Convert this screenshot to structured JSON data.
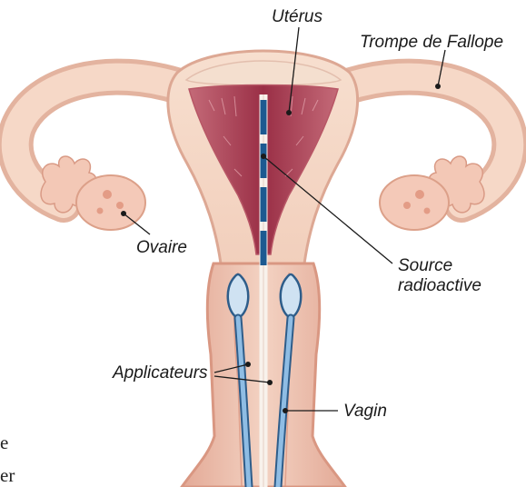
{
  "labels": {
    "uterus": "Utérus",
    "fallopian_tube": "Trompe de Fallope",
    "ovary": "Ovaire",
    "source_line1": "Source",
    "source_line2": "radioactive",
    "applicators": "Applicateurs",
    "vagina": "Vagin"
  },
  "edge_fragments": {
    "line1": "e",
    "line2": "er"
  },
  "colors": {
    "tissue_light": "#f6d9c8",
    "tissue_outline": "#e8b7a2",
    "uterine_cavity": "#a33d4f",
    "fundus": "#f3dccb",
    "source_marker": "#1c5a91",
    "applicator": "#7fb0d9",
    "ovary": "#f4c9b8",
    "label_text": "#1a1a1a"
  }
}
